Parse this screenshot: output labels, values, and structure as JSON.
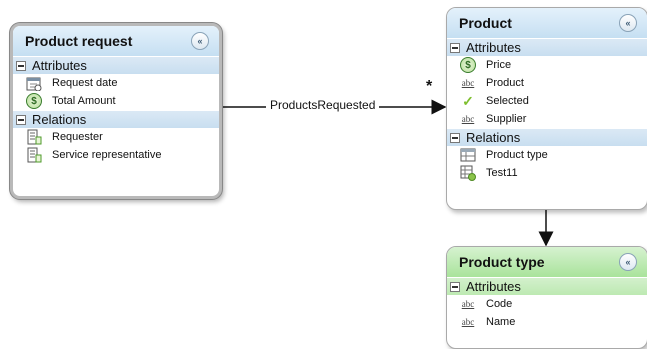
{
  "entities": {
    "product_request": {
      "title": "Product request",
      "attributes_label": "Attributes",
      "attributes": [
        {
          "label": "Request date",
          "icon": "calendar-icon"
        },
        {
          "label": "Total Amount",
          "icon": "currency-icon"
        }
      ],
      "relations_label": "Relations",
      "relations": [
        {
          "label": "Requester",
          "icon": "reference-icon"
        },
        {
          "label": "Service representative",
          "icon": "reference-icon"
        }
      ]
    },
    "product": {
      "title": "Product",
      "attributes_label": "Attributes",
      "attributes": [
        {
          "label": "Price",
          "icon": "currency-icon"
        },
        {
          "label": "Product",
          "icon": "text-icon"
        },
        {
          "label": "Selected",
          "icon": "checkmark-icon"
        },
        {
          "label": "Supplier",
          "icon": "text-icon"
        }
      ],
      "relations_label": "Relations",
      "relations": [
        {
          "label": "Product type",
          "icon": "table-icon"
        },
        {
          "label": "Test11",
          "icon": "table-link-icon"
        }
      ]
    },
    "product_type": {
      "title": "Product type",
      "attributes_label": "Attributes",
      "attributes": [
        {
          "label": "Code",
          "icon": "text-icon"
        },
        {
          "label": "Name",
          "icon": "text-icon"
        }
      ]
    }
  },
  "connectors": {
    "products_requested": {
      "label": "ProductsRequested",
      "multiplicity": "*"
    }
  },
  "icons": {
    "collapse": "«",
    "abc": "abc",
    "dollar": "$",
    "check": "✓"
  },
  "colors": {
    "header_blue": "#c5dff2",
    "header_green": "#a9e39b",
    "connector": "#111111"
  }
}
